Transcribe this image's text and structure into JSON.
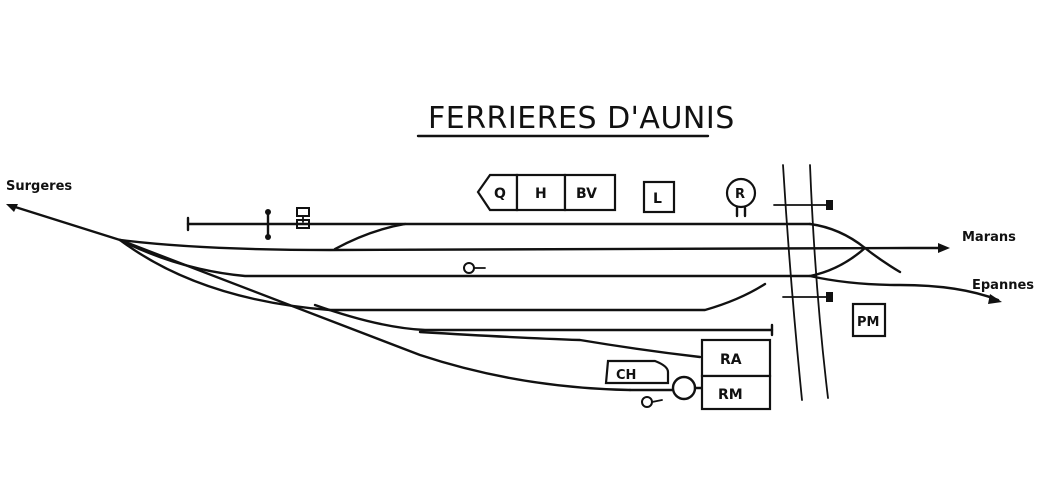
{
  "title": "FERRIERES D'AUNIS",
  "destinations": {
    "left": "Surgeres",
    "right_main": "Marans",
    "right_branch": "Epannes"
  },
  "buildings": {
    "quai": "Q",
    "halle": "H",
    "bv": "BV",
    "lamp": "L",
    "reservoir": "R",
    "pm": "PM",
    "ra": "RA",
    "rm": "RM",
    "ch": "CH"
  }
}
